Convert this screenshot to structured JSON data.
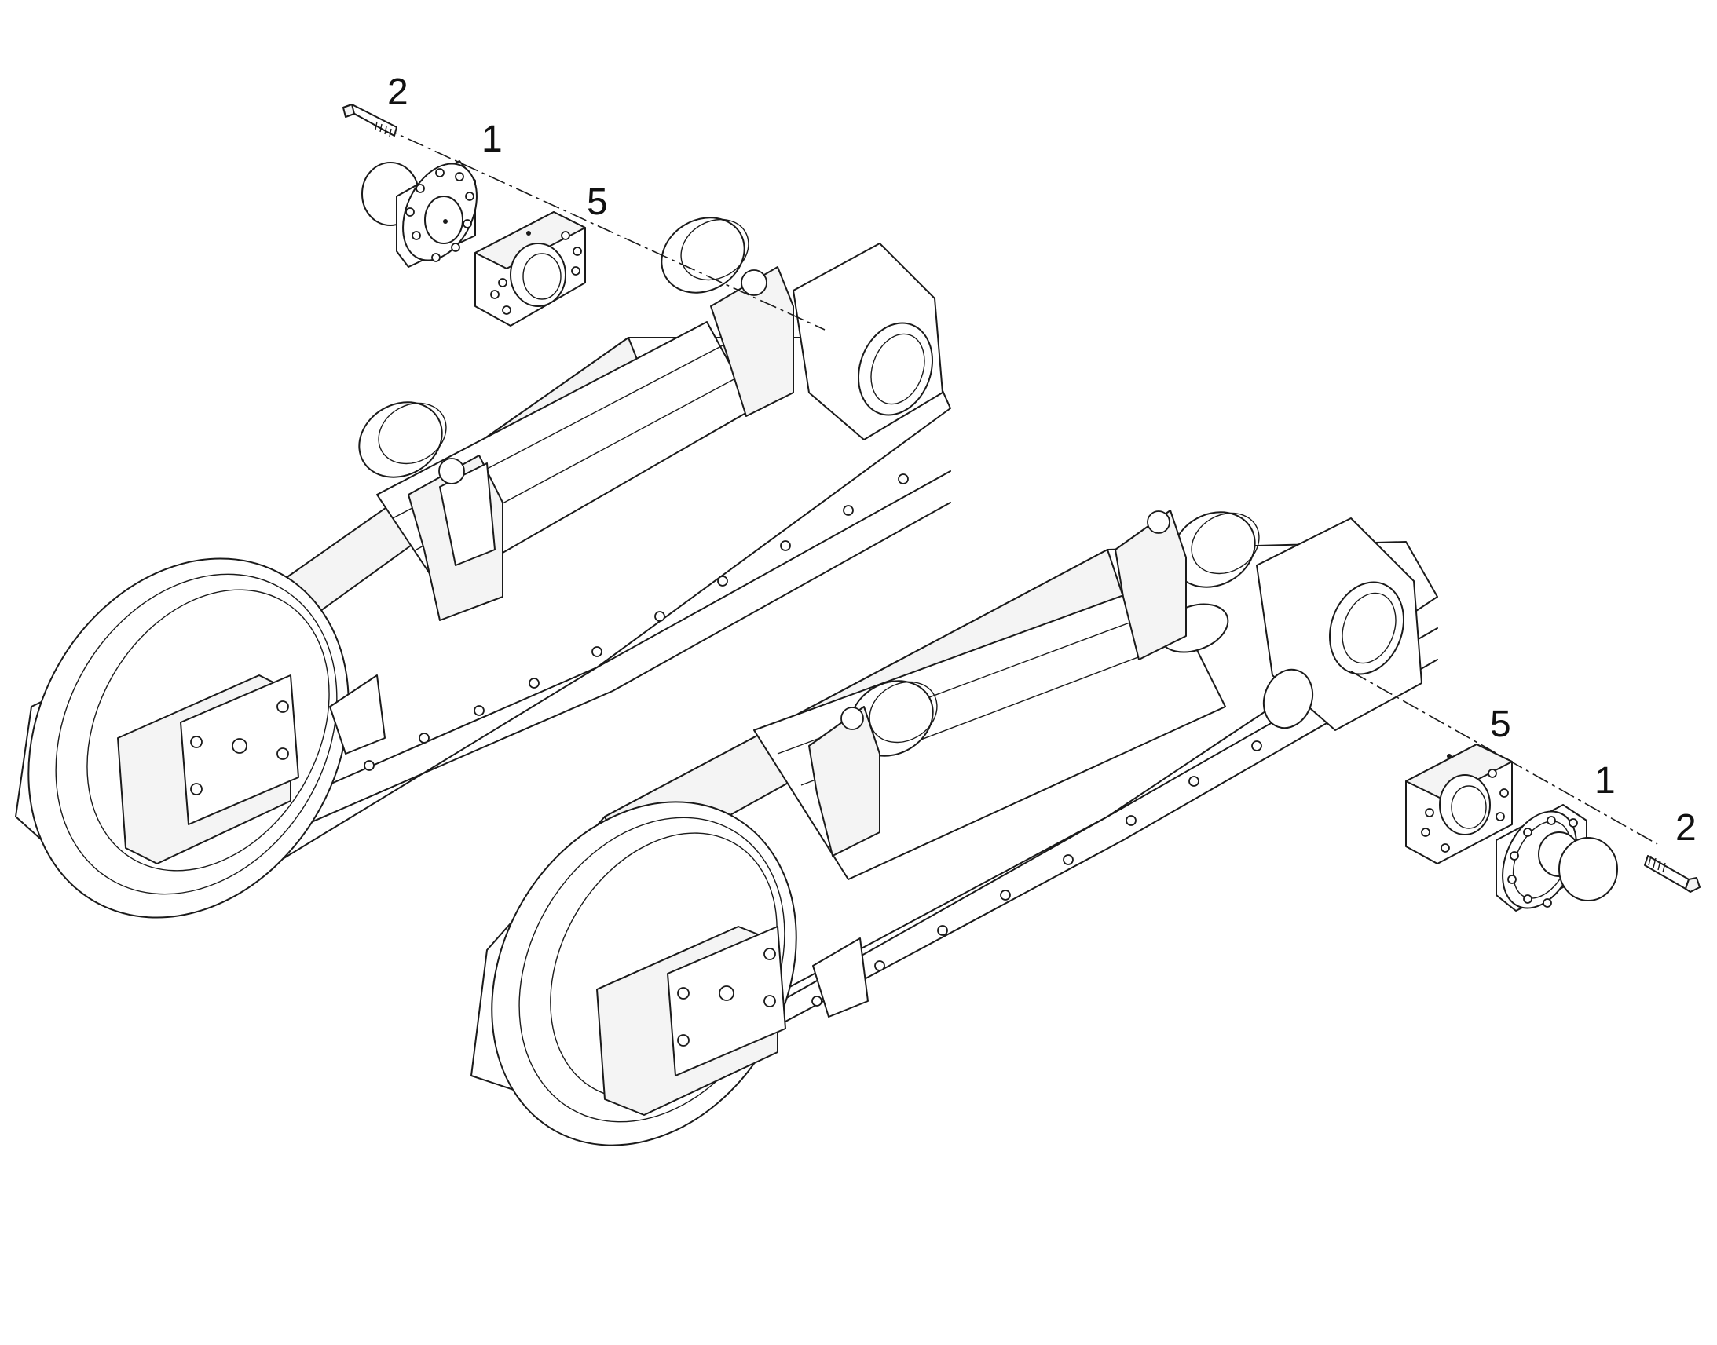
{
  "callouts": [
    {
      "id": "upper-bolt",
      "label": "2"
    },
    {
      "id": "upper-pin",
      "label": "1"
    },
    {
      "id": "upper-bracket",
      "label": "5"
    },
    {
      "id": "lower-bracket",
      "label": "5"
    },
    {
      "id": "lower-pin",
      "label": "1"
    },
    {
      "id": "lower-bolt",
      "label": "2"
    }
  ]
}
